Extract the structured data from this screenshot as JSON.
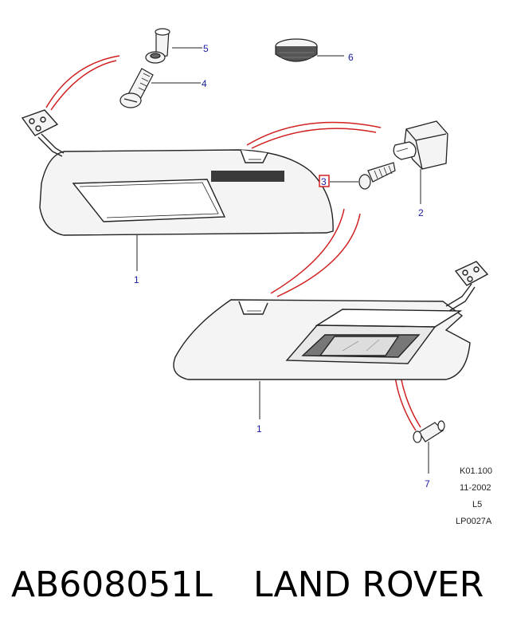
{
  "colors": {
    "line": "#222222",
    "callout": "#1a1aa0",
    "red": "#d02020",
    "panel": "#f4f4f4",
    "dark": "#444444"
  },
  "callouts": {
    "c1a": "1",
    "c1b": "1",
    "c2": "2",
    "c3": "3",
    "c4": "4",
    "c5": "5",
    "c6": "6",
    "c7": "7"
  },
  "reference": {
    "code": "K01.100",
    "date": "11-2002",
    "level": "L5",
    "plate": "LP0027A"
  },
  "footer": {
    "part_number": "AB608051L",
    "brand": "LAND ROVER"
  }
}
